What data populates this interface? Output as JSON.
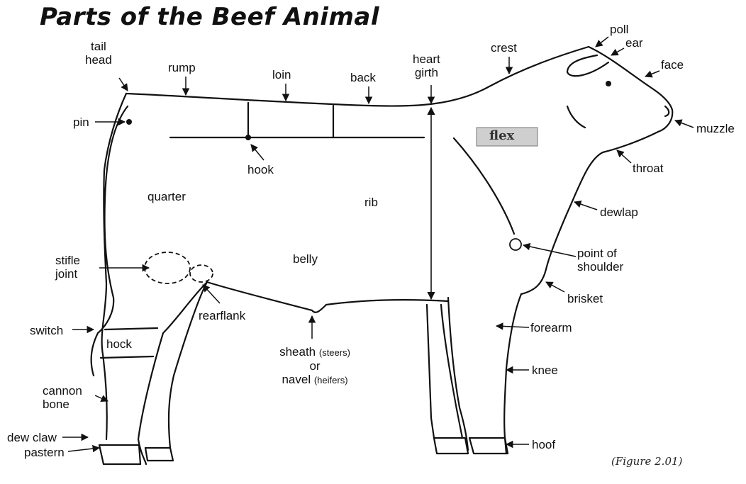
{
  "title": "Parts of the Beef Animal",
  "figure_caption": "(Figure 2.01)",
  "brand_mark": "flex",
  "labels": {
    "tail_head": [
      "tail",
      "head"
    ],
    "rump": "rump",
    "loin": "loin",
    "back": "back",
    "heart_girth": [
      "heart",
      "girth"
    ],
    "crest": "crest",
    "poll": "poll",
    "ear": "ear",
    "face": "face",
    "muzzle": "muzzle",
    "throat": "throat",
    "dewlap": "dewlap",
    "point_of_shoulder": [
      "point of",
      "shoulder"
    ],
    "brisket": "brisket",
    "forearm": "forearm",
    "knee": "knee",
    "hoof": "hoof",
    "pin": "pin",
    "hook": "hook",
    "quarter": "quarter",
    "rib": "rib",
    "belly": "belly",
    "stifle_joint": [
      "stifle",
      "joint"
    ],
    "rearflank": "rearflank",
    "switch": "switch",
    "hock": "hock",
    "cannon_bone": [
      "cannon",
      "bone"
    ],
    "dew_claw": "dew claw",
    "pastern": "pastern",
    "sheath": "sheath",
    "sheath_note": "(steers)",
    "or": "or",
    "navel": "navel",
    "navel_note": "(heifers)"
  }
}
